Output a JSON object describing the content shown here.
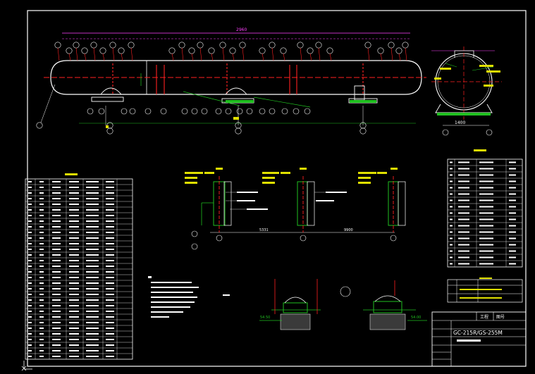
{
  "drawing": {
    "title_block": {
      "drawing_number": "GC-215R/GS-255M",
      "cells": [
        "工程",
        "图号"
      ]
    },
    "overall_dimension": "2960",
    "right_view_dimension": "1400",
    "plan_dimensions": [
      "5331",
      "9900"
    ],
    "elevation_left": "54.50",
    "elevation_right": "54.00",
    "colors": {
      "background": "#000000",
      "frame": "#ffffff",
      "red": "#ff2020",
      "green": "#20c020",
      "yellow": "#e0e000",
      "magenta": "#ff40ff",
      "cyan": "#20e0e0"
    }
  }
}
